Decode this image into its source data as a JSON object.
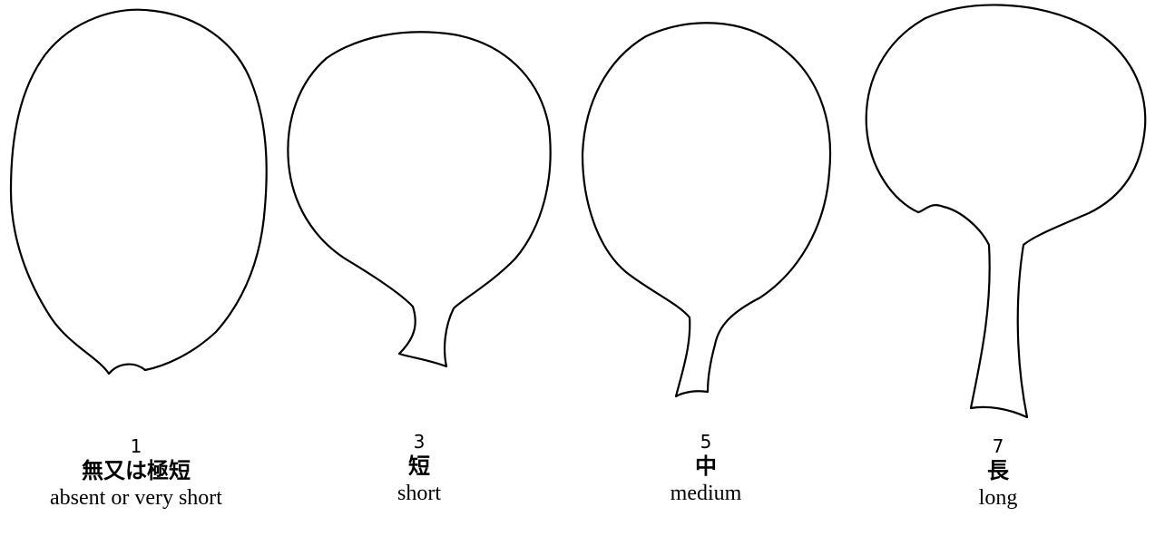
{
  "figure": {
    "panels": [
      {
        "code": "1",
        "label_ja": "無又は極短",
        "label_en": "absent or very short",
        "shape": "leaf-no-petiole"
      },
      {
        "code": "3",
        "label_ja": "短",
        "label_en": "short",
        "shape": "leaf-short-petiole"
      },
      {
        "code": "5",
        "label_ja": "中",
        "label_en": "medium",
        "shape": "leaf-medium-petiole"
      },
      {
        "code": "7",
        "label_ja": "長",
        "label_en": "long",
        "shape": "leaf-long-petiole"
      }
    ],
    "colors": {
      "stroke": "#000000",
      "fill": "#ffffff"
    }
  }
}
